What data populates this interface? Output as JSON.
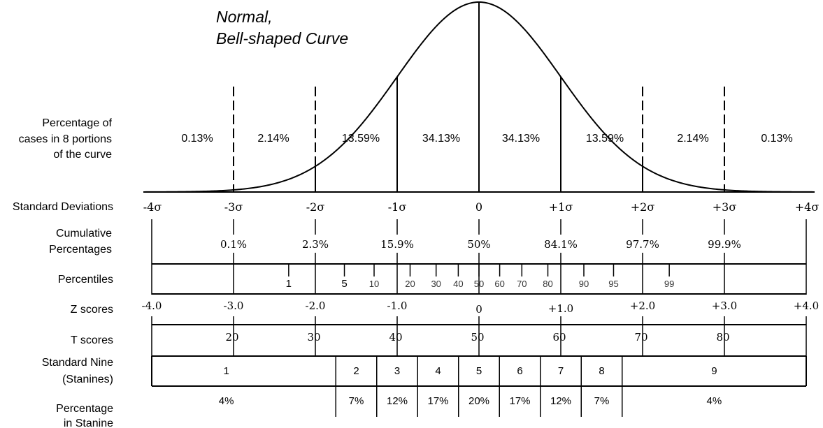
{
  "title": {
    "line1": "Normal,",
    "line2": "Bell-shaped Curve"
  },
  "row_labels": {
    "percentage_cases": [
      "Percentage of",
      "cases in 8 portions",
      "of the curve"
    ],
    "standard_deviations": "Standard Deviations",
    "cumulative": [
      "Cumulative",
      "Percentages"
    ],
    "percentiles": "Percentiles",
    "z_scores": "Z scores",
    "t_scores": "T scores",
    "stanine": [
      "Standard Nine",
      "(Stanines)"
    ],
    "percentage_stanine": [
      "Percentage",
      "in Stanine"
    ]
  },
  "portions": [
    "0.13%",
    "2.14%",
    "13.59%",
    "34.13%",
    "34.13%",
    "13.59%",
    "2.14%",
    "0.13%"
  ],
  "standard_deviations": [
    "-4σ",
    "-3σ",
    "-2σ",
    "-1σ",
    "0",
    "+1σ",
    "+2σ",
    "+3σ",
    "+4σ"
  ],
  "cumulative": [
    "0.1%",
    "2.3%",
    "15.9%",
    "50%",
    "84.1%",
    "97.7%",
    "99.9%"
  ],
  "percentiles": [
    {
      "label": "1",
      "z": -2.326
    },
    {
      "label": "5",
      "z": -1.645
    },
    {
      "label": "10",
      "z": -1.282
    },
    {
      "label": "20",
      "z": -0.842
    },
    {
      "label": "30",
      "z": -0.524
    },
    {
      "label": "40",
      "z": -0.253
    },
    {
      "label": "50",
      "z": 0
    },
    {
      "label": "60",
      "z": 0.253
    },
    {
      "label": "70",
      "z": 0.524
    },
    {
      "label": "80",
      "z": 0.842
    },
    {
      "label": "90",
      "z": 1.282
    },
    {
      "label": "95",
      "z": 1.645
    },
    {
      "label": "99",
      "z": 2.326
    }
  ],
  "z_scores": [
    "-4.0",
    "-3.0",
    "-2.0",
    "-1.0",
    "0",
    "+1.0",
    "+2.0",
    "+3.0",
    "+4.0"
  ],
  "t_scores": [
    "20",
    "30",
    "40",
    "50",
    "60",
    "70",
    "80"
  ],
  "stanines": [
    {
      "label": "1",
      "percent": "4%",
      "z_from": -4.0,
      "z_to": -1.75
    },
    {
      "label": "2",
      "percent": "7%",
      "z_from": -1.75,
      "z_to": -1.25
    },
    {
      "label": "3",
      "percent": "12%",
      "z_from": -1.25,
      "z_to": -0.75
    },
    {
      "label": "4",
      "percent": "17%",
      "z_from": -0.75,
      "z_to": -0.25
    },
    {
      "label": "5",
      "percent": "20%",
      "z_from": -0.25,
      "z_to": 0.25
    },
    {
      "label": "6",
      "percent": "17%",
      "z_from": 0.25,
      "z_to": 0.75
    },
    {
      "label": "7",
      "percent": "12%",
      "z_from": 0.75,
      "z_to": 1.25
    },
    {
      "label": "8",
      "percent": "7%",
      "z_from": 1.25,
      "z_to": 1.75
    },
    {
      "label": "9",
      "percent": "4%",
      "z_from": 1.75,
      "z_to": 4.0
    }
  ]
}
